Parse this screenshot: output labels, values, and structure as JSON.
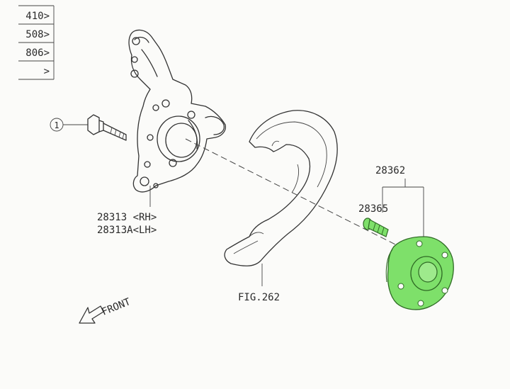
{
  "legend_rows": [
    "410>",
    "508>",
    "806>",
    ">"
  ],
  "callout_number": "1",
  "labels": {
    "knuckle_rh": "28313 <RH>",
    "knuckle_lh": "28313A<LH>",
    "hub_assembly": "28362",
    "hub_bolt": "28365",
    "shield_ref": "FIG.262",
    "front": "FRONT"
  },
  "colors": {
    "line": "#333333",
    "highlight": "#7ee06a",
    "highlight_stroke": "#2f6a25",
    "background": "#fbfbf9"
  },
  "icons": [
    "front-arrow-icon"
  ]
}
